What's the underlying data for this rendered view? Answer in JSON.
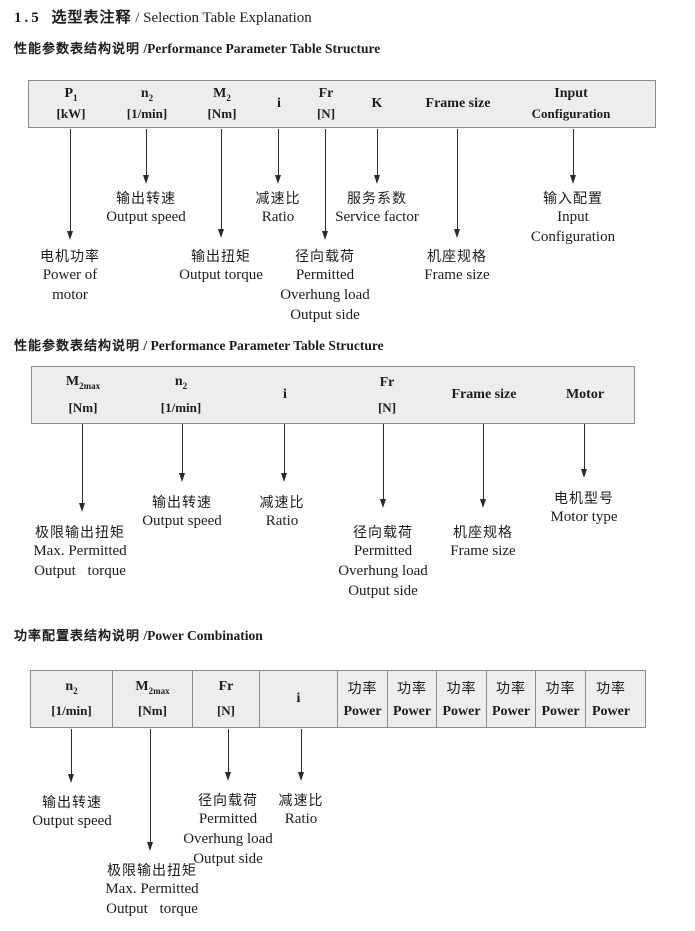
{
  "title": {
    "num": "1.5",
    "zh": "选型表注释",
    "en": " / Selection Table Explanation"
  },
  "colors": {
    "table_fill": "#ededed",
    "table_border": "#8c8c8c",
    "text": "#1c1c1c",
    "arrow": "#2b2b2b"
  },
  "sections": [
    {
      "heading": {
        "zh": "性能参数表结构说明",
        "en": " /Performance Parameter Table Structure"
      },
      "table": {
        "columns": [
          {
            "base": "P",
            "sub": "1",
            "unit": "[kW]"
          },
          {
            "base": "n",
            "sub": "2",
            "unit": "[1/min]"
          },
          {
            "base": "M",
            "sub": "2",
            "unit": "[Nm]"
          },
          {
            "base": "i"
          },
          {
            "base": "Fr",
            "unit": "[N]"
          },
          {
            "base": "K"
          },
          {
            "base": "Frame size"
          },
          {
            "base": "Input",
            "unit": "Configuration"
          }
        ]
      },
      "labels": [
        {
          "zh": "电机功率",
          "en1": "Power of",
          "en2": "motor"
        },
        {
          "zh": "输出转速",
          "en1": "Output speed"
        },
        {
          "zh": "输出扭矩",
          "en1": "Output torque"
        },
        {
          "zh": "减速比",
          "en1": "Ratio"
        },
        {
          "zh": "径向载荷",
          "en1": "Permitted",
          "en2": "Overhung load",
          "en3": "Output side"
        },
        {
          "zh": "服务系数",
          "en1": "Service factor"
        },
        {
          "zh": "机座规格",
          "en1": "Frame size"
        },
        {
          "zh": "输入配置",
          "en1": "Input",
          "en2": "Configuration"
        }
      ]
    },
    {
      "heading": {
        "zh": "性能参数表结构说明",
        "en": " / Performance Parameter Table Structure"
      },
      "table": {
        "columns": [
          {
            "base": "M",
            "sub": "2max",
            "unit": "[Nm]"
          },
          {
            "base": "n",
            "sub": "2",
            "unit": "[1/min]"
          },
          {
            "base": "i"
          },
          {
            "base": "Fr",
            "unit": "[N]"
          },
          {
            "base": "Frame size"
          },
          {
            "base": "Motor"
          }
        ]
      },
      "labels": [
        {
          "zh": "极限输出扭矩",
          "en1": "Max. Permitted",
          "en2": "Output torque"
        },
        {
          "zh": "输出转速",
          "en1": "Output speed"
        },
        {
          "zh": "减速比",
          "en1": "Ratio"
        },
        {
          "zh": "径向载荷",
          "en1": "Permitted",
          "en2": "Overhung load",
          "en3": "Output side"
        },
        {
          "zh": "机座规格",
          "en1": "Frame size"
        },
        {
          "zh": "电机型号",
          "en1": "Motor type"
        }
      ]
    },
    {
      "heading": {
        "zh": "功率配置表结构说明",
        "en": " /Power Combination"
      },
      "table": {
        "columns": [
          {
            "base": "n",
            "sub": "2",
            "unit": "[1/min]"
          },
          {
            "base": "M",
            "sub": "2max",
            "unit": "[Nm]"
          },
          {
            "base": "Fr",
            "unit": "[N]"
          },
          {
            "base": "i"
          }
        ],
        "power_columns": [
          {
            "zh": "功率",
            "en": "Power"
          },
          {
            "zh": "功率",
            "en": "Power"
          },
          {
            "zh": "功率",
            "en": "Power"
          },
          {
            "zh": "功率",
            "en": "Power"
          },
          {
            "zh": "功率",
            "en": "Power"
          },
          {
            "zh": "功率",
            "en": "Power"
          }
        ]
      },
      "labels": [
        {
          "zh": "输出转速",
          "en1": "Output speed"
        },
        {
          "zh": "极限输出扭矩",
          "en1": "Max. Permitted",
          "en2": "Output torque"
        },
        {
          "zh": "径向载荷",
          "en1": "Permitted",
          "en2": "Overhung load",
          "en3": "Output side"
        },
        {
          "zh": "减速比",
          "en1": "Ratio"
        }
      ]
    }
  ]
}
